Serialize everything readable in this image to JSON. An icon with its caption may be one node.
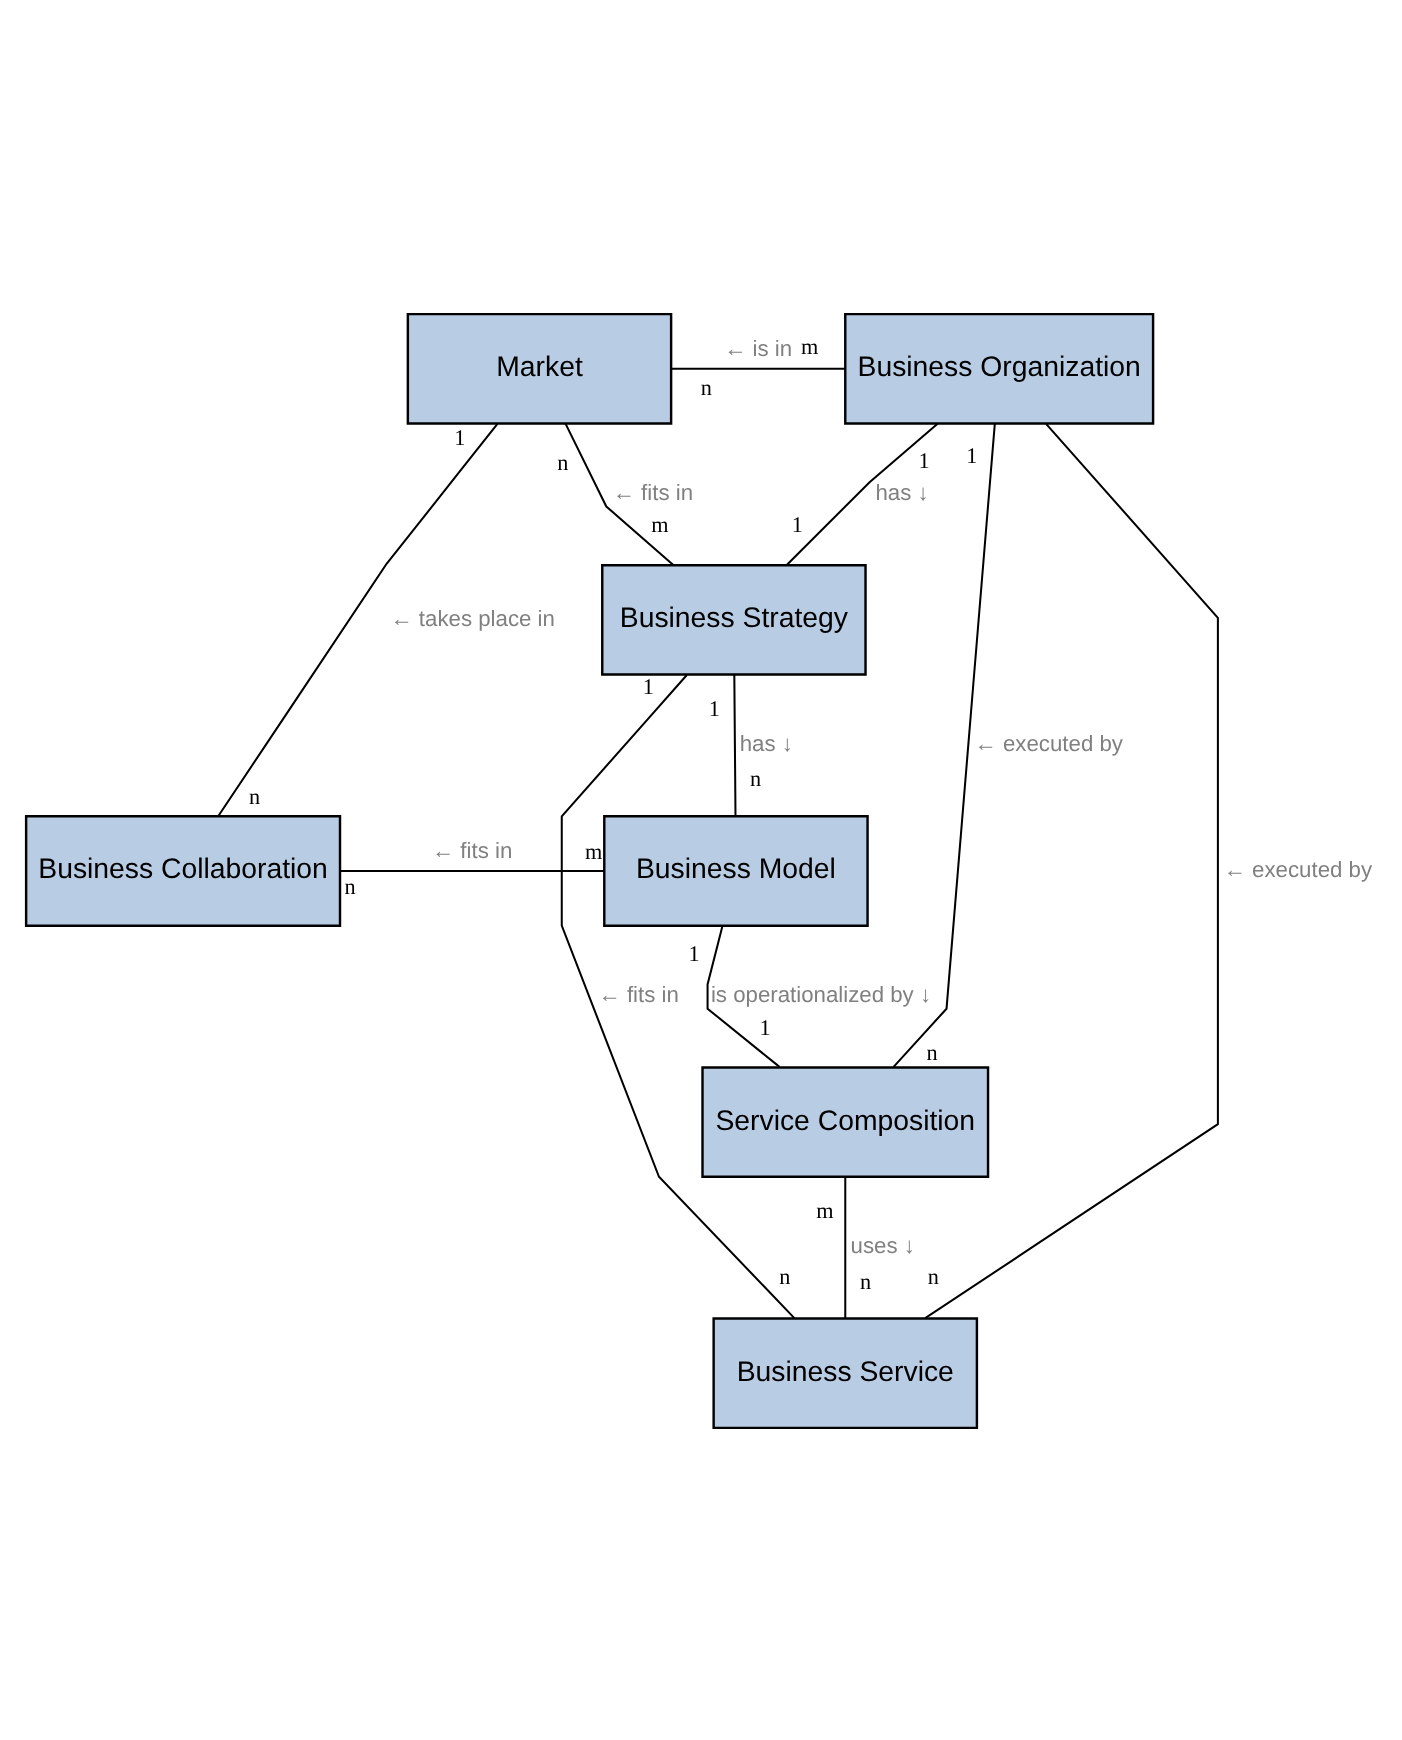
{
  "diagram": {
    "nodes": [
      {
        "text": [
          "Market"
        ]
      },
      {
        "text": [
          "Business Organization"
        ]
      },
      {
        "text": [
          "Business Strategy"
        ]
      },
      {
        "text": [
          "Business Collaboration"
        ]
      },
      {
        "text": [
          "Business Model"
        ]
      },
      {
        "text": [
          "Service Composition"
        ]
      },
      {
        "text": [
          "Business Service"
        ]
      }
    ],
    "edges": [
      {
        "from": 0,
        "to": 1,
        "arrow": "none",
        "label": "← is in"
      },
      {
        "from": 1,
        "to": 2,
        "arrow": "none",
        "label": "has ↓"
      },
      {
        "from": 0,
        "to": 2,
        "arrow": "none",
        "label": "← fits in"
      },
      {
        "from": 0,
        "to": 3,
        "arrow": "none",
        "label": "← takes place in"
      },
      {
        "from": 2,
        "to": 4,
        "arrow": "none",
        "label": "has ↓"
      },
      {
        "from": 3,
        "to": 4,
        "arrow": "none",
        "label": "← fits in"
      },
      {
        "from": 4,
        "to": 5,
        "arrow": "none",
        "label": "is operationalized by ↓"
      },
      {
        "from": 1,
        "to": 5,
        "arrow": "none",
        "label": "← executed by"
      },
      {
        "from": 5,
        "to": 6,
        "arrow": "none",
        "label": "uses ↓"
      },
      {
        "from": 1,
        "to": 6,
        "arrow": "none",
        "label": "← executed by"
      },
      {
        "from": 2,
        "to": 6,
        "arrow": "none",
        "label": "← fits in"
      }
    ],
    "labels": [
      "n",
      "m",
      "1",
      "1",
      "n",
      "m",
      "1",
      "n",
      "1",
      "n",
      "n",
      "m",
      "1",
      "1",
      "1",
      "n",
      "m",
      "n",
      "n",
      "1",
      "n"
    ]
  }
}
